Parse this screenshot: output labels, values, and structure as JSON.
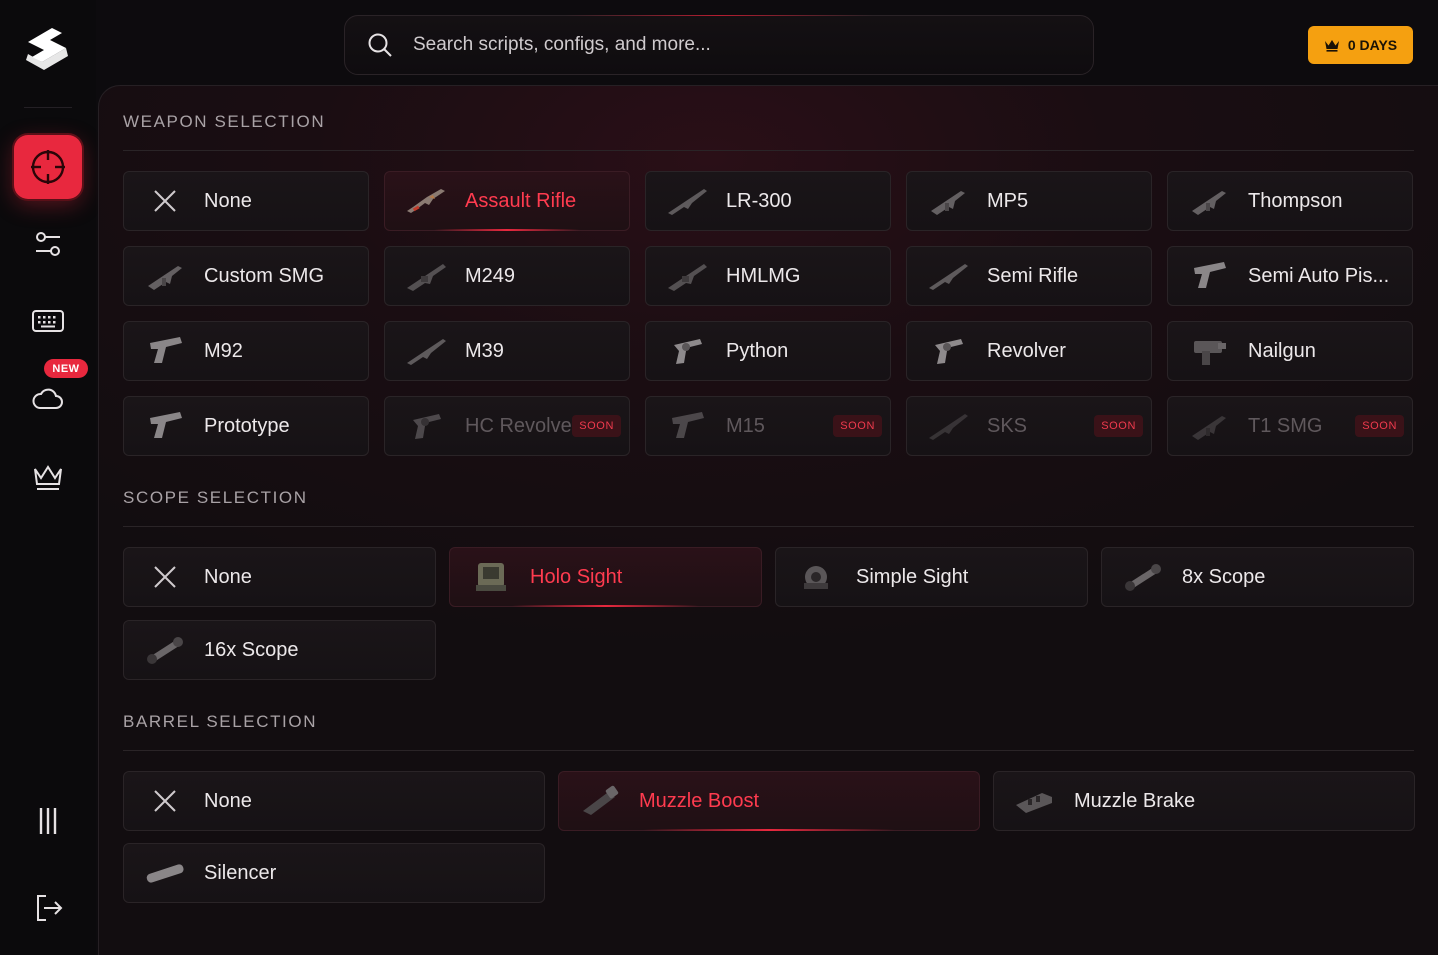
{
  "search": {
    "placeholder": "Search scripts, configs, and more..."
  },
  "header": {
    "days_label": "0 DAYS"
  },
  "sidebar": {
    "new_badge": "NEW"
  },
  "colors": {
    "accent": "#e8283e",
    "gold": "#f5a010",
    "soon_text": "#ee3a4d"
  },
  "weapons": {
    "title": "WEAPON SELECTION",
    "items": [
      {
        "label": "None",
        "icon": "close-icon",
        "state": "normal"
      },
      {
        "label": "Assault Rifle",
        "icon": "assault-rifle-icon",
        "state": "selected"
      },
      {
        "label": "LR-300",
        "icon": "rifle-icon",
        "state": "normal"
      },
      {
        "label": "MP5",
        "icon": "smg-icon",
        "state": "normal"
      },
      {
        "label": "Thompson",
        "icon": "smg-icon",
        "state": "normal"
      },
      {
        "label": "Custom SMG",
        "icon": "smg-icon",
        "state": "normal"
      },
      {
        "label": "M249",
        "icon": "lmg-icon",
        "state": "normal"
      },
      {
        "label": "HMLMG",
        "icon": "lmg-icon",
        "state": "normal"
      },
      {
        "label": "Semi Rifle",
        "icon": "rifle-icon",
        "state": "normal"
      },
      {
        "label": "Semi Auto Pis...",
        "icon": "pistol-icon",
        "state": "normal"
      },
      {
        "label": "M92",
        "icon": "pistol-icon",
        "state": "normal"
      },
      {
        "label": "M39",
        "icon": "rifle-icon",
        "state": "normal"
      },
      {
        "label": "Python",
        "icon": "revolver-icon",
        "state": "normal"
      },
      {
        "label": "Revolver",
        "icon": "revolver-icon",
        "state": "normal"
      },
      {
        "label": "Nailgun",
        "icon": "nailgun-icon",
        "state": "normal"
      },
      {
        "label": "Prototype",
        "icon": "pistol-icon",
        "state": "normal"
      },
      {
        "label": "HC Revolver",
        "icon": "revolver-icon",
        "state": "soon",
        "badge": "SOON"
      },
      {
        "label": "M15",
        "icon": "pistol-icon",
        "state": "soon",
        "badge": "SOON"
      },
      {
        "label": "SKS",
        "icon": "rifle-icon",
        "state": "soon",
        "badge": "SOON"
      },
      {
        "label": "T1 SMG",
        "icon": "smg-icon",
        "state": "soon",
        "badge": "SOON"
      }
    ]
  },
  "scopes": {
    "title": "SCOPE SELECTION",
    "items": [
      {
        "label": "None",
        "icon": "close-icon",
        "state": "normal"
      },
      {
        "label": "Holo Sight",
        "icon": "holo-sight-icon",
        "state": "selected"
      },
      {
        "label": "Simple Sight",
        "icon": "simple-sight-icon",
        "state": "normal"
      },
      {
        "label": "8x Scope",
        "icon": "scope-icon",
        "state": "normal"
      },
      {
        "label": "16x Scope",
        "icon": "scope-icon",
        "state": "normal"
      }
    ]
  },
  "barrels": {
    "title": "BARREL SELECTION",
    "items": [
      {
        "label": "None",
        "icon": "close-icon",
        "state": "normal"
      },
      {
        "label": "Muzzle Boost",
        "icon": "muzzle-boost-icon",
        "state": "selected"
      },
      {
        "label": "Muzzle Brake",
        "icon": "muzzle-brake-icon",
        "state": "normal"
      },
      {
        "label": "Silencer",
        "icon": "silencer-icon",
        "state": "normal"
      }
    ]
  }
}
